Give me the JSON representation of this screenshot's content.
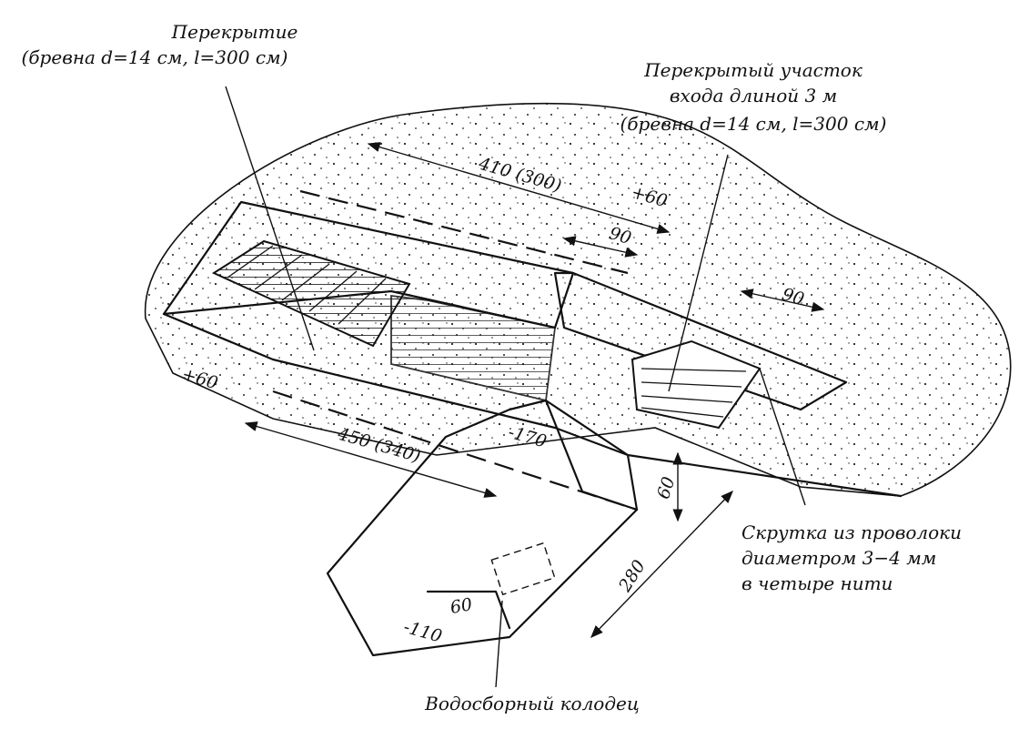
{
  "captions": {
    "roof_line1": "Перекрытие",
    "roof_line2": "(бревна d=14 см, l=300 см)",
    "entrance_line1": "Перекрытый участок",
    "entrance_line2": "входа длиной 3 м",
    "entrance_line3": "(бревна d=14 см, l=300 см)",
    "wire_line1": "Скрутка из проволоки",
    "wire_line2": "диаметром 3−4 мм",
    "wire_line3": "в четыре нити",
    "sump": "Водосборный колодец"
  },
  "dimensions": {
    "top_length": "410 (300)",
    "parapet_right": "+60",
    "parapet_left": "+60",
    "top_width": "90",
    "entrance_width": "90",
    "bottom_length": "450 (340)",
    "trench_depth": "-170",
    "step_height": "60",
    "ramp_length": "280",
    "sump_width": "60",
    "sump_depth": "-110"
  }
}
